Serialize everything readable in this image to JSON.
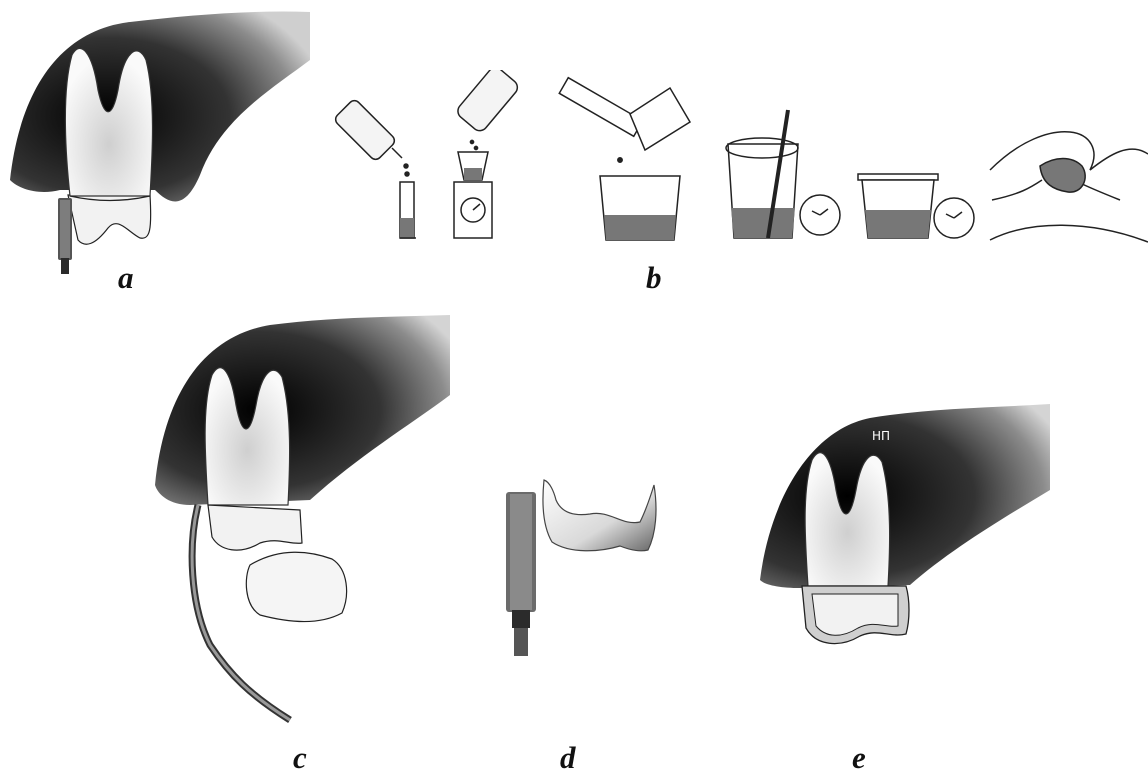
{
  "panels": {
    "a": {
      "label": "a"
    },
    "b": {
      "label": "b"
    },
    "c": {
      "label": "c"
    },
    "d": {
      "label": "d"
    },
    "e": {
      "label": "e",
      "annotation": "НП"
    }
  },
  "colors": {
    "gum_dark": "#1a1a1a",
    "gum_light": "#9a9a9a",
    "tooth_fill": "#f2f2f2",
    "mix_fill": "#7a7a7a",
    "outline": "#222222"
  }
}
